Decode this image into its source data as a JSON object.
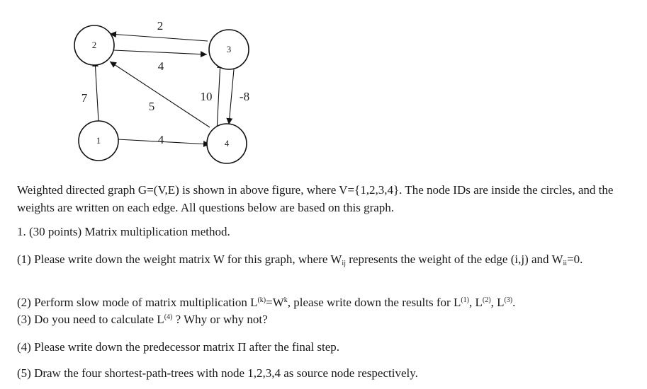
{
  "graph": {
    "nodes": [
      {
        "id": "1",
        "label": "1"
      },
      {
        "id": "2",
        "label": "2"
      },
      {
        "id": "3",
        "label": "3"
      },
      {
        "id": "4",
        "label": "4"
      }
    ],
    "edges": [
      {
        "from": "3",
        "to": "2",
        "weight": "2"
      },
      {
        "from": "2",
        "to": "3",
        "weight": "4"
      },
      {
        "from": "1",
        "to": "2",
        "weight": "7"
      },
      {
        "from": "4",
        "to": "2",
        "weight": "5"
      },
      {
        "from": "4",
        "to": "3",
        "weight": "10"
      },
      {
        "from": "3",
        "to": "4",
        "weight": "-8"
      },
      {
        "from": "1",
        "to": "4",
        "weight": "4"
      }
    ]
  },
  "intro": {
    "text": "Weighted directed graph G=(V,E) is shown in above figure, where V={1,2,3,4}. The node IDs are inside the circles, and the weights are written on each edge. All questions below are based on this graph."
  },
  "q1": {
    "text": "1. (30 points) Matrix multiplication method."
  },
  "p1": {
    "a": "(1) Please write down the weight matrix W for this graph, where W",
    "sub1": "ij",
    "b": " represents the weight of the edge (i,j) and W",
    "sub2": "ii",
    "c": "=0."
  },
  "p2": {
    "a": "(2) Perform slow mode of matrix multiplication L",
    "sup1": "(k)",
    "b": "=W",
    "sup2": "k",
    "c": ", please write down the results for L",
    "sup3": "(1)",
    "d": ", L",
    "sup4": "(2)",
    "e": ", L",
    "sup5": "(3)",
    "f": "."
  },
  "p3": {
    "a": "(3) Do you need to calculate L",
    "sup1": "(4)",
    "b": " ? Why or why not?"
  },
  "p4": {
    "text": "(4) Please write down the predecessor matrix Π after the final step."
  },
  "p5": {
    "text": "(5) Draw the four shortest-path-trees with node 1,2,3,4 as source node respectively."
  }
}
